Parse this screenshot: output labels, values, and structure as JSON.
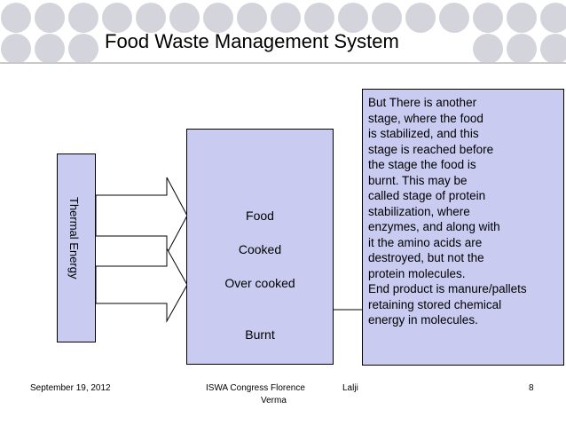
{
  "title": "Food Waste Management System",
  "thermal_label": "Thermal Energy",
  "stages": [
    "Food",
    "Cooked",
    "Over cooked",
    "Burnt"
  ],
  "note_lines": [
    "But There is another",
    "stage, where the food",
    "is stabilized, and this",
    "stage is reached before",
    "the stage the food is",
    "burnt. This may be",
    "called stage of protein",
    "stabilization, where",
    "enzymes, and along with",
    "it the amino acids are",
    "destroyed, but not the",
    "protein molecules.",
    "End product is manure/pallets",
    "retaining stored chemical",
    "energy in molecules."
  ],
  "footer": {
    "date": "September 19, 2012",
    "conference_line1": "ISWA Congress Florence",
    "conference_line2": "Verma",
    "author": "Lalji",
    "page": "8"
  },
  "colors": {
    "box_fill": "#c9cbf0",
    "circle_fill": "#cfd0d8",
    "arrow_fill": "#ffffff"
  }
}
